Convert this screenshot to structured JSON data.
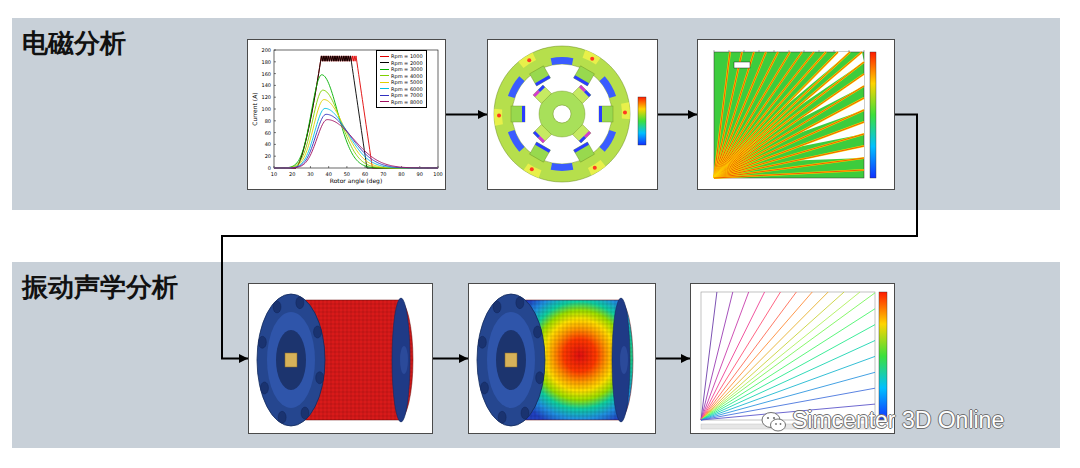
{
  "diagram": {
    "nodes": [
      {
        "text": [
          "电磁分析"
        ]
      },
      {
        "text": [
          "Current (A)",
          "Rotor angle (deg)"
        ],
        "in": 0
      },
      {
        "text": [],
        "in": 0
      },
      {
        "text": [],
        "in": 0
      },
      {
        "text": [
          "振动声学分析"
        ]
      },
      {
        "text": [],
        "in": 4
      },
      {
        "text": [],
        "in": 4
      },
      {
        "text": [],
        "in": 4
      }
    ],
    "edges": [
      {
        "from": 1,
        "to": 2,
        "arrow": "to"
      },
      {
        "from": 2,
        "to": 3,
        "arrow": "to"
      },
      {
        "from": 3,
        "to": 5,
        "arrow": "to"
      },
      {
        "from": 5,
        "to": 6,
        "arrow": "to"
      },
      {
        "from": 6,
        "to": 7,
        "arrow": "to"
      }
    ],
    "labels": [
      "10",
      "20",
      "30",
      "40",
      "50",
      "60",
      "70",
      "80",
      "90",
      "100",
      "0",
      "20",
      "40",
      "60",
      "80",
      "100",
      "120",
      "140",
      "160",
      "180",
      "200",
      "Simcenter 3D Online"
    ],
    "legend": [
      {
        "text": "Rpm = 1000",
        "color": "#e00000"
      },
      {
        "text": "Rpm = 2000",
        "color": "#000000"
      },
      {
        "text": "Rpm = 3000",
        "color": "#00b000"
      },
      {
        "text": "Rpm = 4000",
        "color": "#7fd000"
      },
      {
        "text": "Rpm = 5000",
        "color": "#e0d000"
      },
      {
        "text": "Rpm = 6000",
        "color": "#00c0e0"
      },
      {
        "text": "Rpm = 7000",
        "color": "#3030c0"
      },
      {
        "text": "Rpm = 8000",
        "color": "#a01060"
      }
    ]
  }
}
